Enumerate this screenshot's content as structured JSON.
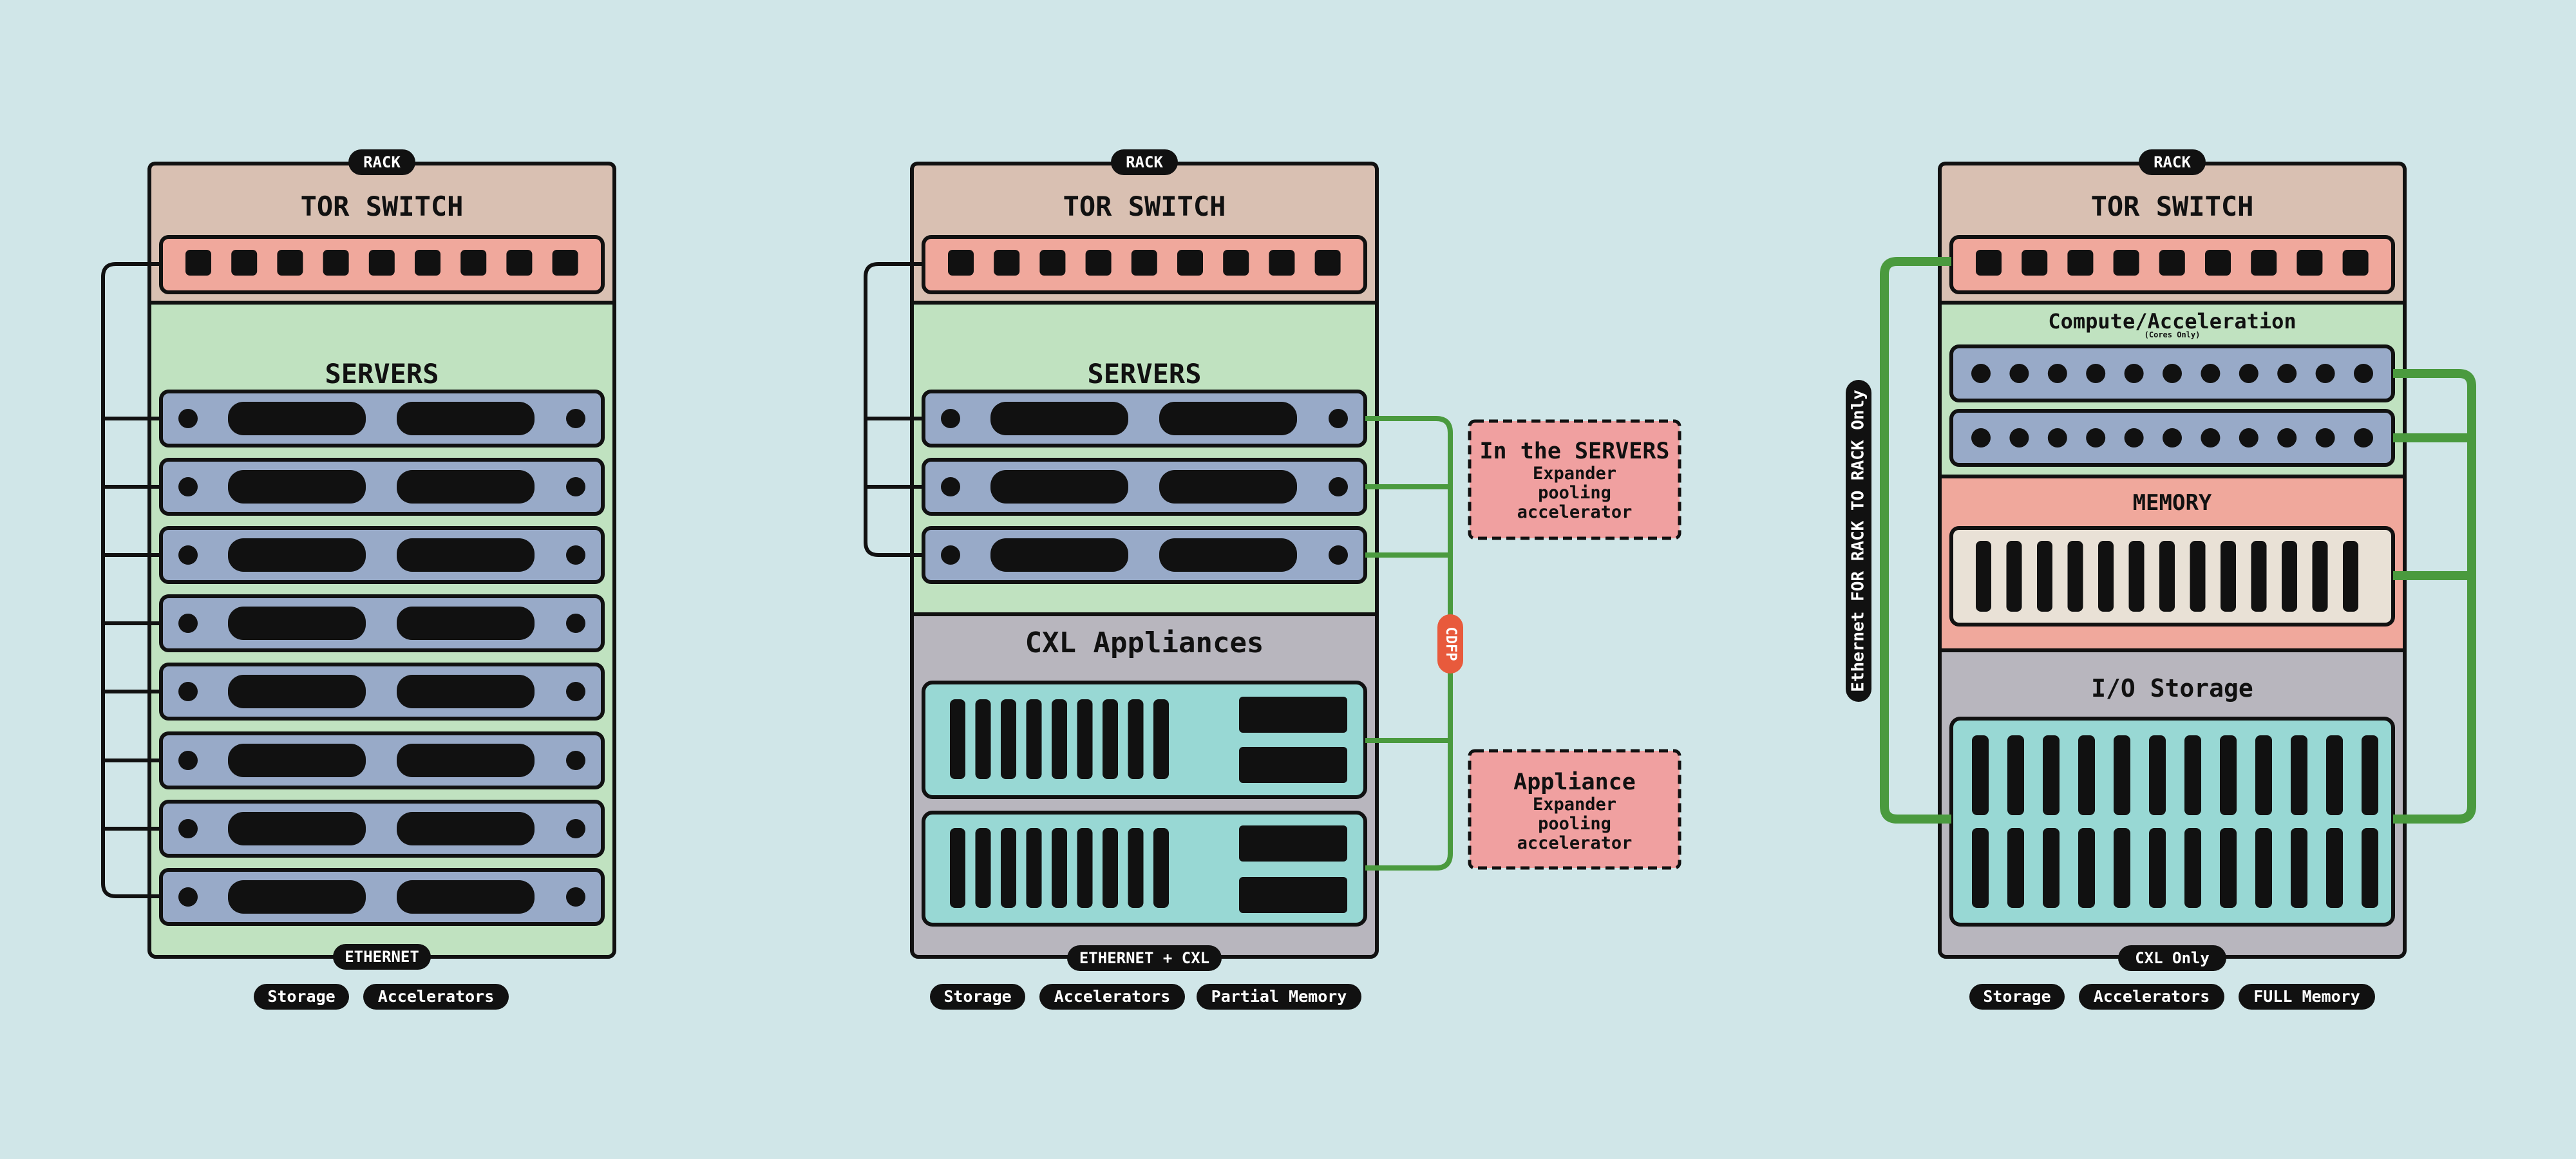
{
  "colors": {
    "background": "#d0e6e8",
    "tor_section": "#d9c0b2",
    "tor_switch": "#f0a89c",
    "servers_section": "#c0e2c0",
    "server_unit": "#98aac8",
    "appliance_section": "#b8b6be",
    "appliance_unit": "#98d8d4",
    "memory_section": "#f0a89c",
    "memory_unit": "#e9e1d6",
    "callout": "#f0a0a0",
    "cxl_link": "#4a9a3e",
    "cdfp_badge": "#e85a3c",
    "outline": "#111111"
  },
  "racks": [
    {
      "rack_label": "RACK",
      "tor_title": "TOR SWITCH",
      "servers_title": "SERVERS",
      "bottom_label": "ETHERNET",
      "tags": [
        "Storage",
        "Accelerators"
      ]
    },
    {
      "rack_label": "RACK",
      "tor_title": "TOR SWITCH",
      "servers_title": "SERVERS",
      "appliances_title": "CXL Appliances",
      "bottom_label": "ETHERNET + CXL",
      "tags": [
        "Storage",
        "Accelerators",
        "Partial Memory"
      ],
      "cdfp_label": "CDFP",
      "callouts": [
        {
          "title": "In the SERVERS",
          "lines": [
            "Expander",
            "pooling",
            "accelerator"
          ]
        },
        {
          "title": "Appliance",
          "lines": [
            "Expander",
            "pooling",
            "accelerator"
          ]
        }
      ]
    },
    {
      "rack_label": "RACK",
      "tor_title": "TOR SWITCH",
      "compute_title": "Compute/Acceleration",
      "compute_subtitle": "(Cores Only)",
      "memory_title": "MEMORY",
      "storage_title": "I/O Storage",
      "bottom_label": "CXL Only",
      "tags": [
        "Storage",
        "Accelerators",
        "FULL Memory"
      ],
      "side_label": "Ethernet FOR RACK TO RACK Only"
    }
  ]
}
